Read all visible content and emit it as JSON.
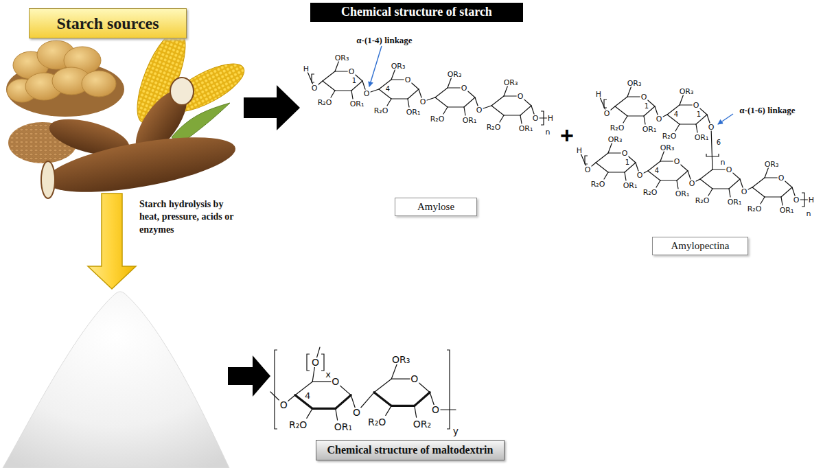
{
  "diagram": {
    "nodes": [
      {
        "text": [
          "Starch sources"
        ]
      },
      {
        "text": [
          "Chemical structure of starch"
        ]
      },
      {
        "text": [
          "Amylose"
        ]
      },
      {
        "text": [
          "Amylopectina"
        ]
      },
      {
        "text": [
          "Chemical structure of maltodextrin"
        ]
      }
    ],
    "labels": [
      "Starch hydrolysis by heat, pressure, acids or enzymes",
      "α-(1-4) linkage",
      "H",
      "O",
      "OR₃",
      "O",
      "R₂O",
      "OR₁",
      "O",
      "OR₃",
      "O",
      "R₂O",
      "OR₁",
      "O",
      "OR₃",
      "O",
      "R₂O",
      "OR₁",
      "O",
      "OR₃",
      "O",
      "R₂O",
      "OR₁",
      "O",
      "H",
      "n",
      "1",
      "4",
      "+",
      "α-(1-6) linkage",
      "H",
      "O",
      "OR₃",
      "O",
      "R₂O",
      "OR₁",
      "O",
      "OR₃",
      "O",
      "R₂O",
      "OR₁",
      "O",
      "n",
      "1",
      "4",
      "1",
      "6",
      "H",
      "O",
      "OR₃",
      "O",
      "R₂O",
      "OR₁",
      "O",
      "OR₃",
      "O",
      "R₂O",
      "OR₁",
      "O",
      "O",
      "R₂O",
      "OR₁",
      "O",
      "OR₃",
      "O",
      "R₂O",
      "OR₁",
      "O",
      "H",
      "n",
      "1",
      "4",
      "O",
      "x",
      "O",
      "4",
      "O",
      "R₂O",
      "OR₁",
      "O",
      "OR₃",
      "O",
      "R₂O",
      "OR₂",
      "O",
      "y"
    ]
  }
}
